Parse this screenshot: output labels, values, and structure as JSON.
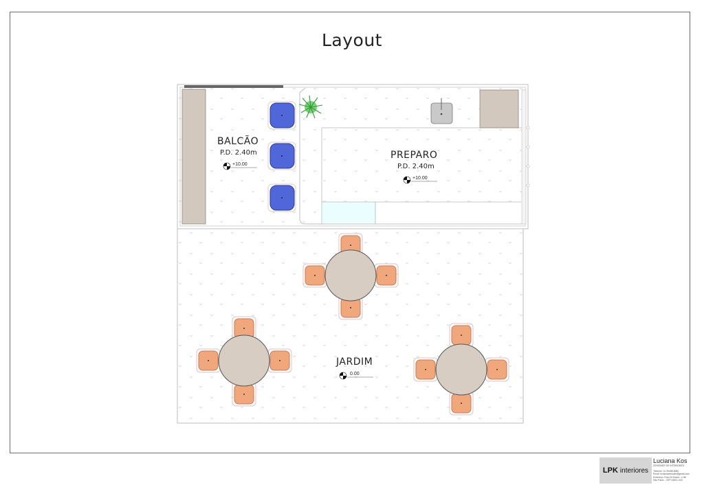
{
  "title": "Layout",
  "rooms": {
    "balcao": {
      "name": "BALCÃO",
      "pd": "P.D. 2.40m",
      "level": "+10.00"
    },
    "preparo": {
      "name": "PREPARO",
      "pd": "P.D. 2.40m",
      "level": "+10.00"
    },
    "jardim": {
      "name": "JARDIM",
      "level": "0.00"
    }
  },
  "colors": {
    "chair_blue": "#4f67d8",
    "chair_orange": "#f0a77c",
    "table": "#d7cdc2",
    "counter": "#d3c8bd",
    "sink_counter": "#eafdff"
  },
  "titleblock": {
    "logo_bold": "LPK",
    "logo_text": "interiores",
    "name": "Luciana Kos",
    "role": "DESIGNER DE INTERIORES",
    "phone": "Telefone: 11 99488-8960",
    "email": "Email: lucianaartstudio@gmail.com",
    "address": "Endereço: Rua Gil Eanes - n 86",
    "city": "São Paulo - CEP 04601-040"
  }
}
